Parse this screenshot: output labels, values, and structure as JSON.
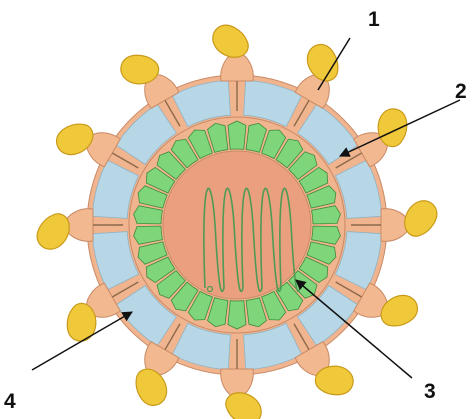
{
  "callouts": [
    {
      "id": "1",
      "label": "1"
    },
    {
      "id": "2",
      "label": "2"
    },
    {
      "id": "3",
      "label": "3"
    },
    {
      "id": "4",
      "label": "4"
    }
  ],
  "colors": {
    "background": "#ffffff",
    "spike_fill": "#f0c93a",
    "spike_stroke": "#c99a1a",
    "spike_base_fill": "#f2b88f",
    "membrane_fill": "#b8d7e6",
    "matrix_fill": "#f0b48f",
    "capsid_fill": "#7fd67a",
    "capsid_stroke": "#3f8a3a",
    "core_fill": "#eaa07e",
    "genome_stroke": "#4f9a55",
    "line": "#111111"
  },
  "structure": {
    "spike_count": 12,
    "capsid_segment_count": 30,
    "genome_coils": 5
  }
}
